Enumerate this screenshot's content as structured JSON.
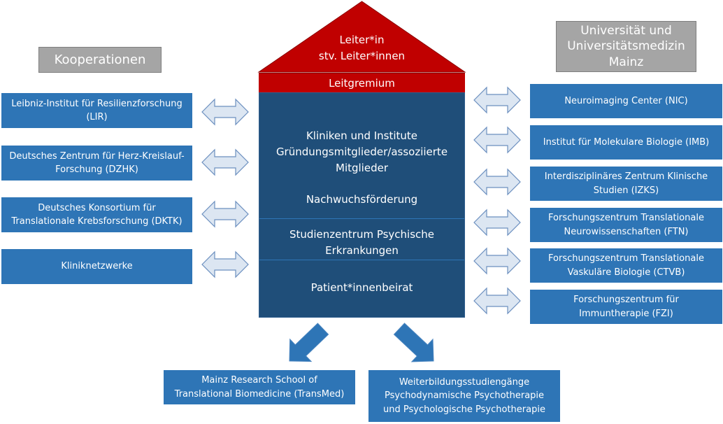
{
  "colors": {
    "box_blue": "#2e75b6",
    "house_blue": "#1f4e79",
    "roof_red": "#c00000",
    "label_gray": "#a5a5a5",
    "arrow_fill": "#dce6f2",
    "arrow_stroke": "#6b8fbf"
  },
  "left": {
    "heading": "Kooperationen",
    "items": [
      {
        "line1": "Leibniz-Institut für Resilienzforschung",
        "line2": "(LIR)"
      },
      {
        "line1": "Deutsches Zentrum für Herz-Kreislauf-",
        "line2": "Forschung (DZHK)"
      },
      {
        "line1": "Deutsches Konsortium für",
        "line2": "Translationale Krebsforschung (DKTK)"
      },
      {
        "line1": "Kliniknetzwerke",
        "line2": ""
      }
    ]
  },
  "right": {
    "heading": {
      "line1": "Universität und",
      "line2": "Universitätsmedizin",
      "line3": "Mainz"
    },
    "items": [
      {
        "line1": "Neuroimaging Center (NIC)",
        "line2": ""
      },
      {
        "line1": "Institut für Molekulare Biologie (IMB)",
        "line2": ""
      },
      {
        "line1": "Interdisziplinäres Zentrum Klinische",
        "line2": "Studien (IZKS)"
      },
      {
        "line1": "Forschungszentrum Translationale",
        "line2": "Neurowissenschaften (FTN)"
      },
      {
        "line1": "Forschungszentrum Translationale",
        "line2": "Vaskuläre Biologie (CTVB)"
      },
      {
        "line1": "Forschungszentrum für",
        "line2": "Immuntherapie (FZI)"
      }
    ]
  },
  "house": {
    "roof": {
      "line1": "Leiter*in",
      "line2": "stv. Leiter*innen"
    },
    "leitgremium": "Leitgremium",
    "section1": {
      "line1": "Kliniken und Institute",
      "line2": "Gründungsmitglieder/assoziierte",
      "line3": "Mitglieder",
      "line4": "Nachwuchsförderung"
    },
    "section2": {
      "line1": "Studienzentrum Psychische",
      "line2": "Erkrankungen"
    },
    "section3": "Patient*innenbeirat"
  },
  "bottom": {
    "left": {
      "line1": "Mainz Research School of",
      "line2": "Translational Biomedicine (TransMed)"
    },
    "right": {
      "line1": "Weiterbildungsstudiengänge",
      "line2": "Psychodynamische Psychotherapie",
      "line3": "und Psychologische Psychotherapie"
    }
  }
}
